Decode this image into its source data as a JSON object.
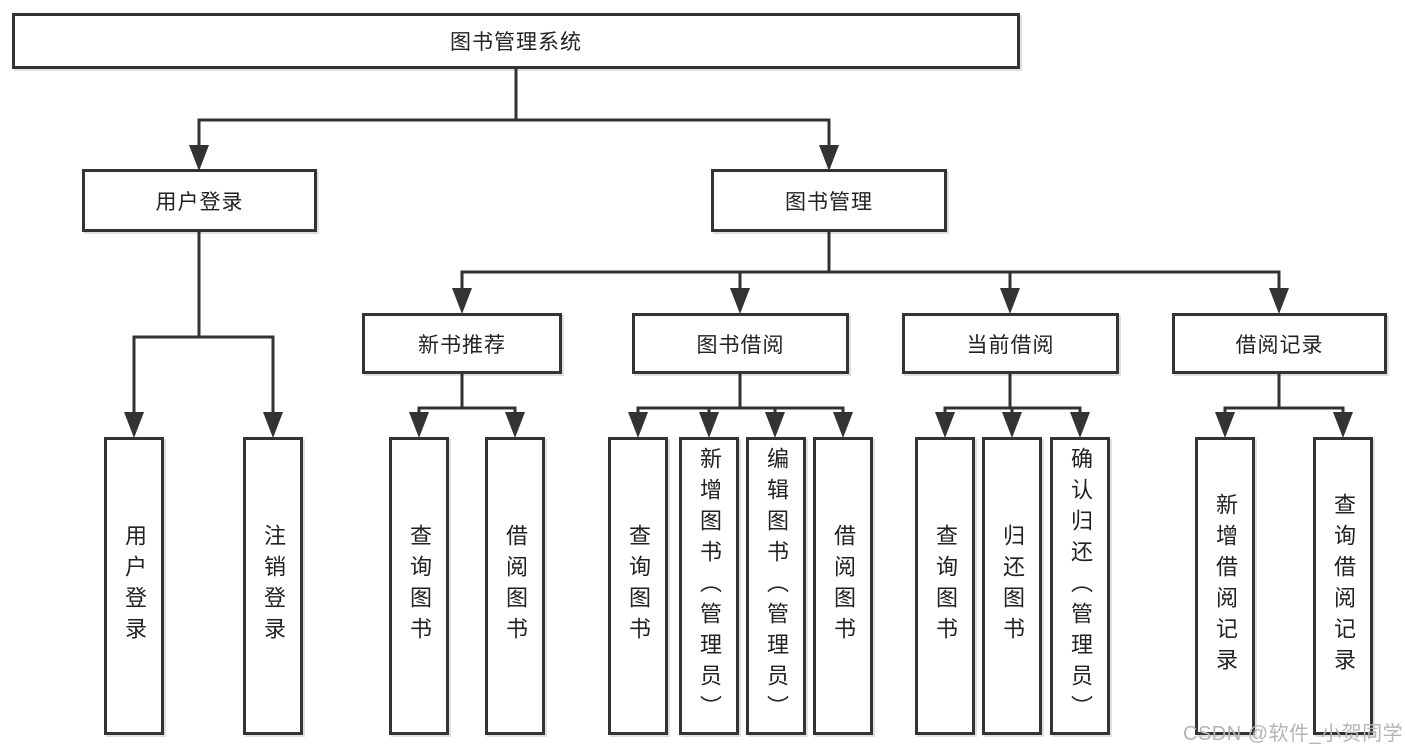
{
  "tree": {
    "label": "图书管理系统",
    "children": [
      {
        "label": "用户登录",
        "children": [
          {
            "label": "用户登录"
          },
          {
            "label": "注销登录"
          }
        ]
      },
      {
        "label": "图书管理",
        "children": [
          {
            "label": "新书推荐",
            "children": [
              {
                "label": "查询图书"
              },
              {
                "label": "借阅图书"
              }
            ]
          },
          {
            "label": "图书借阅",
            "children": [
              {
                "label": "查询图书"
              },
              {
                "label": "新增图书（管理员）"
              },
              {
                "label": "编辑图书（管理员）"
              },
              {
                "label": "借阅图书"
              }
            ]
          },
          {
            "label": "当前借阅",
            "children": [
              {
                "label": "查询图书"
              },
              {
                "label": "归还图书"
              },
              {
                "label": "确认归还（管理员）"
              }
            ]
          },
          {
            "label": "借阅记录",
            "children": [
              {
                "label": "新增借阅记录"
              },
              {
                "label": "查询借阅记录"
              }
            ]
          }
        ]
      }
    ]
  },
  "watermark": {
    "text": "CSDN @软件_小贺同学"
  },
  "colors": {
    "line": "#333333",
    "box_border": "#333333",
    "text": "#222222",
    "watermark": "#b5b5b5",
    "background": "#ffffff"
  }
}
